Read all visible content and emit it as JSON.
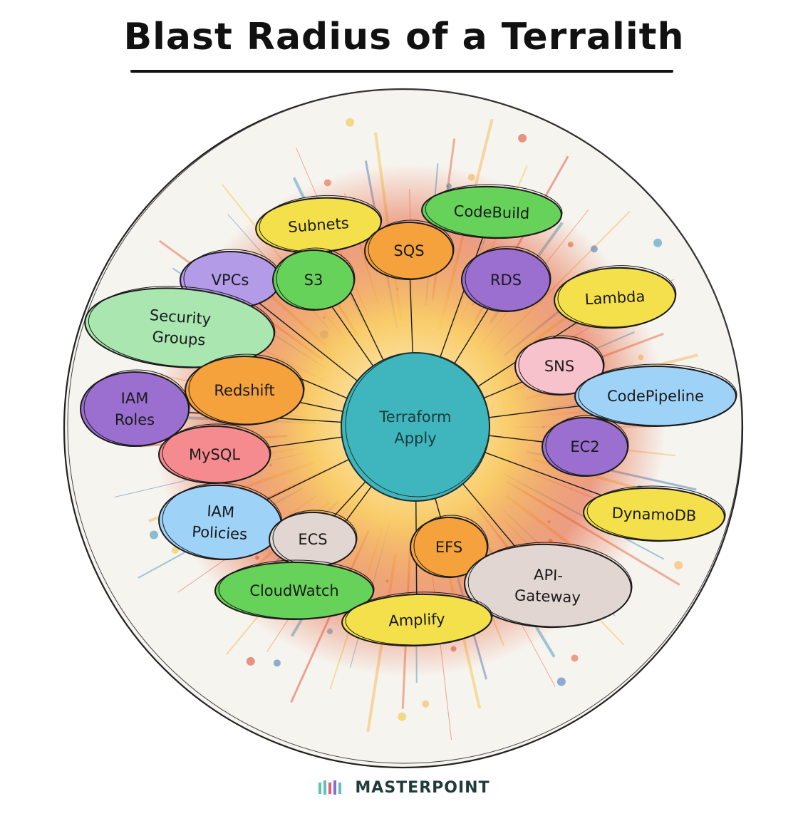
{
  "title": "Blast Radius of a Terralith",
  "center": {
    "line1": "Terraform",
    "line2": "Apply",
    "color": "#3fb6bd"
  },
  "nodes": [
    {
      "label": [
        "Subnets"
      ],
      "color": "#f3e04a"
    },
    {
      "label": [
        "CodeBuild"
      ],
      "color": "#66d25a"
    },
    {
      "label": [
        "SQS"
      ],
      "color": "#f5a23c"
    },
    {
      "label": [
        "VPCs"
      ],
      "color": "#b39be8"
    },
    {
      "label": [
        "S3"
      ],
      "color": "#66d25a"
    },
    {
      "label": [
        "RDS"
      ],
      "color": "#9a6fd0"
    },
    {
      "label": [
        "Lambda"
      ],
      "color": "#f3e04a"
    },
    {
      "label": [
        "Security",
        "Groups"
      ],
      "color": "#a9e6b0"
    },
    {
      "label": [
        "SNS"
      ],
      "color": "#f8c2cc"
    },
    {
      "label": [
        "Redshift"
      ],
      "color": "#f5a23c"
    },
    {
      "label": [
        "IAM",
        "Roles"
      ],
      "color": "#9a6fd0"
    },
    {
      "label": [
        "CodePipeline"
      ],
      "color": "#9fd2f7"
    },
    {
      "label": [
        "EC2"
      ],
      "color": "#9a6fd0"
    },
    {
      "label": [
        "MySQL"
      ],
      "color": "#f58b8f"
    },
    {
      "label": [
        "DynamoDB"
      ],
      "color": "#f3e04a"
    },
    {
      "label": [
        "IAM",
        "Policies"
      ],
      "color": "#9fd2f7"
    },
    {
      "label": [
        "ECS"
      ],
      "color": "#e2d6d2"
    },
    {
      "label": [
        "EFS"
      ],
      "color": "#f5a23c"
    },
    {
      "label": [
        "API-",
        "Gateway"
      ],
      "color": "#e2d6d2"
    },
    {
      "label": [
        "CloudWatch"
      ],
      "color": "#66d25a"
    },
    {
      "label": [
        "Amplify"
      ],
      "color": "#f3e04a"
    }
  ],
  "footer": {
    "brand": "MASTERPOINT",
    "logo_icon": "masterpoint-logo-icon"
  }
}
